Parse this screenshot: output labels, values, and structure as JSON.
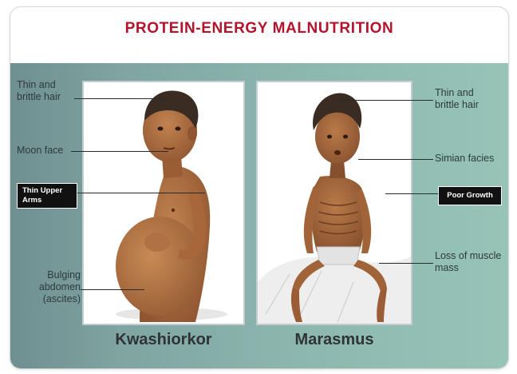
{
  "title": "PROTEIN-ENERGY MALNUTRITION",
  "captions": {
    "left": "Kwashiorkor",
    "right": "Marasmus"
  },
  "left_labels": {
    "hair": "Thin and brittle hair",
    "moon_face": "Moon face",
    "upper_arms": "Thin Upper Arms",
    "abdomen": "Bulging abdomen (ascites)"
  },
  "right_labels": {
    "hair": "Thin and brittle hair",
    "simian": "Simian facies",
    "growth": "Poor Growth",
    "muscle": "Loss of muscle mass"
  },
  "colors": {
    "title": "#b3132b",
    "skin": "#a8673a",
    "hair": "#3a2c22",
    "background_left": "#6f8f90",
    "background_right": "#97c4b7"
  }
}
